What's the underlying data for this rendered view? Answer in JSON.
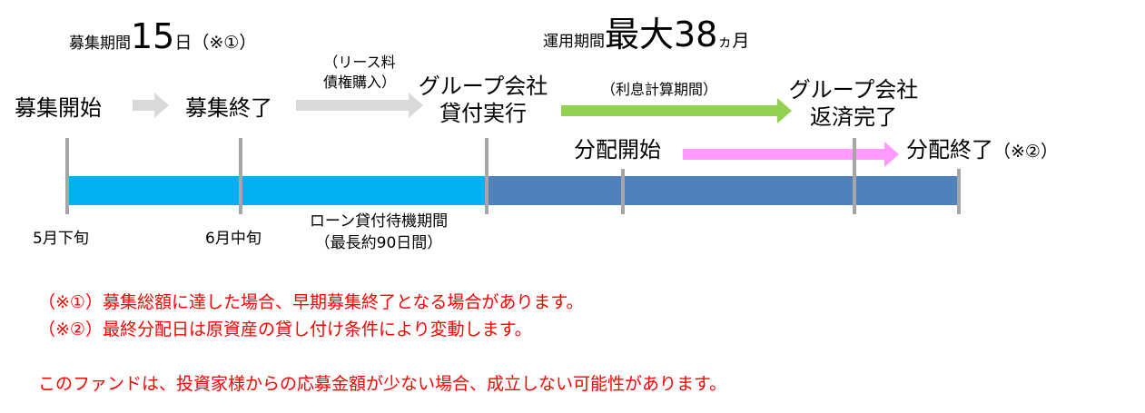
{
  "header": {
    "recruit_prefix": "募集期間",
    "recruit_num": "15",
    "recruit_suffix": "日（※①）",
    "op_prefix": "運用期間",
    "op_big": "最大38",
    "op_small": "ヵ",
    "op_suffix": "月"
  },
  "stages": {
    "start": "募集開始",
    "end": "募集終了",
    "lease_line1": "（リース料",
    "lease_line2": "債権購入）",
    "loan_line1": "グループ会社",
    "loan_line2": "貸付実行",
    "interest": "（利息計算期間）",
    "repay_line1": "グループ会社",
    "repay_line2": "返済完了",
    "dist_start": "分配開始",
    "dist_end": "分配終了",
    "dist_end_note": "（※②）"
  },
  "timeline": {
    "late_may": "5月下旬",
    "mid_june": "6月中旬",
    "wait_line1": "ローン貸付待機期間",
    "wait_line2": "（最長約90日間）"
  },
  "notes": {
    "note1": "（※①）募集総額に達した場合、早期募集終了となる場合があります。",
    "note2": "（※②）最終分配日は原資産の貸し付け条件により変動します。",
    "note3": "このファンドは、投資家様からの応募金額が少ない場合、成立しない可能性があります。"
  },
  "colors": {
    "recruit_bar": "#00b0f0",
    "operation_bar": "#4f81bd",
    "gray_arrow": "#d9d9d9",
    "green_arrow": "#92d050",
    "pink_arrow": "#ff99ff",
    "note_text": "#ff0000"
  }
}
